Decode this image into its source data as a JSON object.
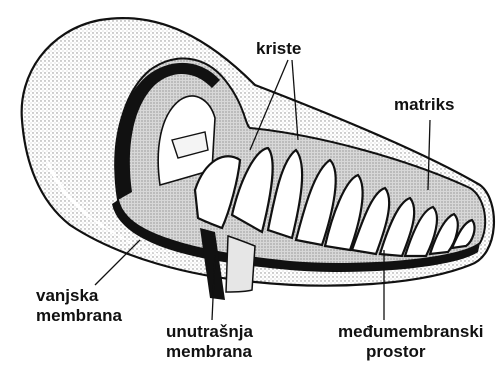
{
  "labels": {
    "kriste": "kriste",
    "matriks": "matriks",
    "vanjska_line1": "vanjska",
    "vanjska_line2": "membrana",
    "unutrasnja_line1": "unutrašnja",
    "unutrasnja_line2": "membrana",
    "medjumembranski_line1": "međumembranski",
    "medjumembranski_line2": "prostor"
  },
  "colors": {
    "ink": "#111111",
    "stipple": "#9a9a9a",
    "background": "#ffffff"
  }
}
